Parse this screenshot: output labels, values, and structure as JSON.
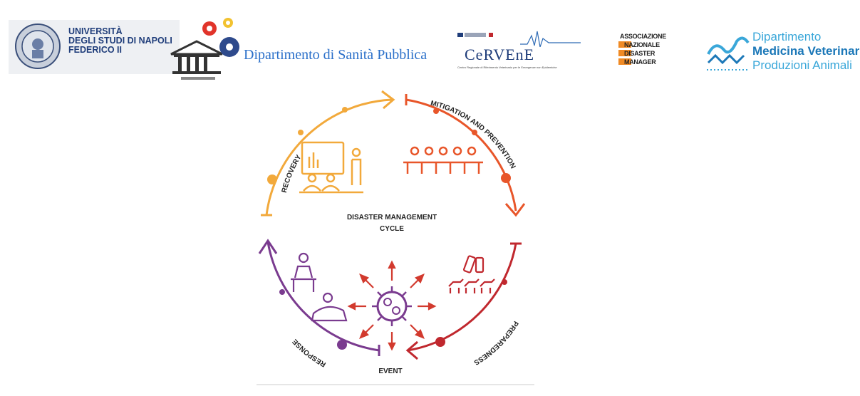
{
  "header": {
    "university": {
      "lines": [
        "UNIVERSITÀ",
        "DEGLI STUDI DI NAPOLI",
        "FEDERICO II"
      ]
    },
    "department_public_health": {
      "name": "Dipartimento di Sanità Pubblica"
    },
    "cervene": {
      "name": "CeRVEnE",
      "subtitle": "Centro Regionale di Riferimento Veterinario per le Emergenze non Epidemiche"
    },
    "association": {
      "lines": [
        "ASSOCIAZIONE",
        "NAZIONALE",
        "DISASTER",
        "MANAGER"
      ]
    },
    "vet_department": {
      "line1": "Dipartimento",
      "line2": "Medicina Veterinaria",
      "line3": "Produzioni Animali"
    }
  },
  "diagram": {
    "title_line1": "DISASTER MANAGEMENT",
    "title_line2": "CYCLE",
    "phases": {
      "mitigation": "MITIGATION AND PREVENTION",
      "preparedness": "PREPAREDNESS",
      "event": "EVENT",
      "response": "RESPONSE",
      "recovery": "RECOVERY"
    },
    "colors": {
      "recovery": "#f2a93b",
      "mitigation": "#e8562a",
      "preparedness": "#c0282e",
      "response": "#7a3b8f",
      "event": "#d23a2e"
    }
  }
}
